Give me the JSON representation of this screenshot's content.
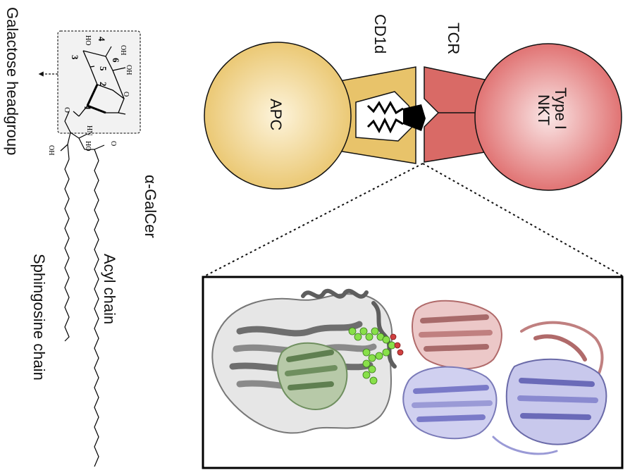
{
  "labels": {
    "galactose_headgroup": "Galactose headgroup",
    "alpha_galcer": "α-GalCer",
    "acyl_chain": "Acyl chain",
    "sphingosine_chain": "Sphingosine chain",
    "cd1d": "CD1d",
    "tcr": "TCR",
    "apc": "APC",
    "nkt_line1": "Type I",
    "nkt_line2": "NKT"
  },
  "chem_labels": {
    "oh_top_a": "OH",
    "oh_top_b": "OH",
    "ho_ring": "HO",
    "num_1": "1",
    "num_2": "2",
    "num_3": "3",
    "num_4": "4",
    "num_5": "5",
    "num_6": "6",
    "ring_o": "O",
    "glyco_o": "O",
    "hn": "HN",
    "oh_side": "OH",
    "ho_side": "HO",
    "carbonyl_o": "O"
  },
  "colors": {
    "apc_fill": "#e9c46a",
    "apc_center": "#fbf0d2",
    "nkt_fill": "#e06b6b",
    "nkt_center": "#f7d8d8",
    "cd1d_fill": "#e8c36a",
    "tcr_fill": "#d96a66",
    "cd1d_protein": "#8a8a8a",
    "b2m_protein": "#7a9a6a",
    "tcr_alpha": "#c98080",
    "tcr_beta": "#9a9ad6",
    "ligand": "#88e04a"
  }
}
